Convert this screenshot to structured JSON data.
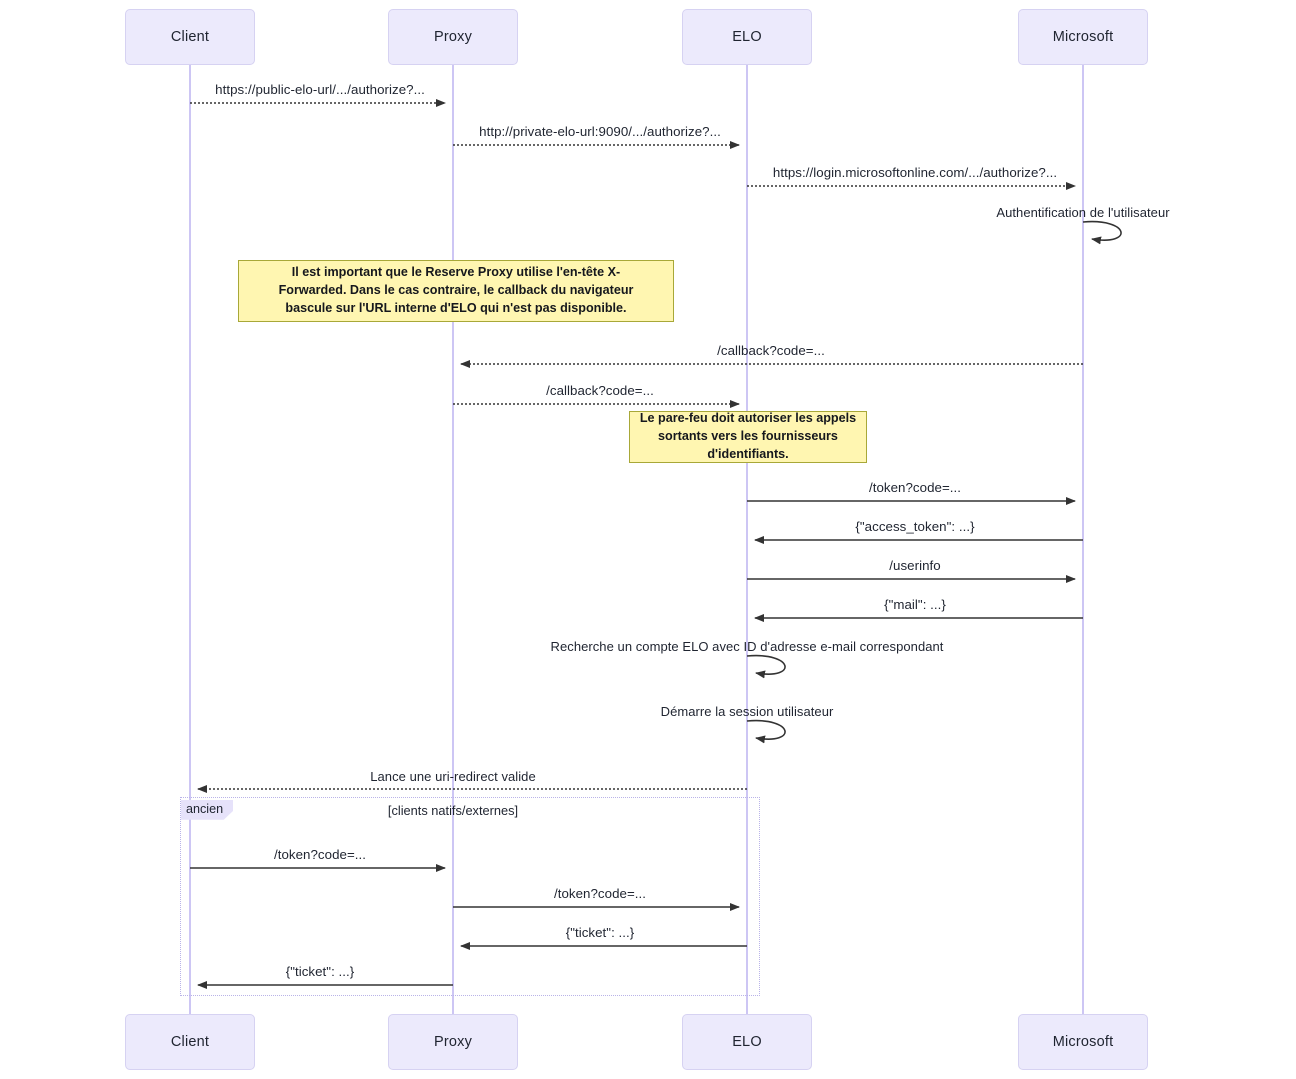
{
  "diagram": {
    "type": "sequence-diagram",
    "title": "",
    "colors": {
      "actor_fill": "#ECEAFC",
      "actor_border": "#d6d2f2",
      "lifeline": "#cdc6f4",
      "note_fill": "#FFF6B1",
      "note_border": "#A8A838",
      "arrow": "#333333",
      "fragment_border": "#b9b3e8",
      "fragment_tag_fill": "#E6E2FA",
      "text": "#1f2430"
    }
  },
  "participants": [
    {
      "id": "client",
      "label": "Client"
    },
    {
      "id": "proxy",
      "label": "Proxy"
    },
    {
      "id": "elo",
      "label": "ELO"
    },
    {
      "id": "microsoft",
      "label": "Microsoft"
    }
  ],
  "participants_bottom": [
    {
      "id": "client",
      "label": "Client"
    },
    {
      "id": "proxy",
      "label": "Proxy"
    },
    {
      "id": "elo",
      "label": "ELO"
    },
    {
      "id": "microsoft",
      "label": "Microsoft"
    }
  ],
  "messages": [
    {
      "id": "m1",
      "from": "client",
      "to": "proxy",
      "label": "https://public-elo-url/.../authorize?...",
      "style": "dotted",
      "direction": "right"
    },
    {
      "id": "m2",
      "from": "proxy",
      "to": "elo",
      "label": "http://private-elo-url:9090/.../authorize?...",
      "style": "dotted",
      "direction": "right"
    },
    {
      "id": "m3",
      "from": "elo",
      "to": "microsoft",
      "label": "https://login.microsoftonline.com/.../authorize?...",
      "style": "dotted",
      "direction": "right"
    },
    {
      "id": "m4",
      "from": "microsoft",
      "to": "microsoft",
      "label": "Authentification de l'utilisateur",
      "style": "solid",
      "direction": "self"
    },
    {
      "id": "m5",
      "from": "microsoft",
      "to": "proxy",
      "label": "/callback?code=...",
      "style": "dotted",
      "direction": "left"
    },
    {
      "id": "m6",
      "from": "proxy",
      "to": "elo",
      "label": "/callback?code=...",
      "style": "dotted",
      "direction": "right"
    },
    {
      "id": "m7",
      "from": "elo",
      "to": "microsoft",
      "label": "/token?code=...",
      "style": "solid",
      "direction": "right"
    },
    {
      "id": "m8",
      "from": "microsoft",
      "to": "elo",
      "label": "{\"access_token\": ...}",
      "style": "solid",
      "direction": "left"
    },
    {
      "id": "m9",
      "from": "elo",
      "to": "microsoft",
      "label": "/userinfo",
      "style": "solid",
      "direction": "right"
    },
    {
      "id": "m10",
      "from": "microsoft",
      "to": "elo",
      "label": "{\"mail\": ...}",
      "style": "solid",
      "direction": "left"
    },
    {
      "id": "m11",
      "from": "elo",
      "to": "elo",
      "label": "Recherche un compte ELO avec ID d'adresse e-mail correspondant",
      "style": "solid",
      "direction": "self"
    },
    {
      "id": "m12",
      "from": "elo",
      "to": "elo",
      "label": "Démarre la session utilisateur",
      "style": "solid",
      "direction": "self"
    },
    {
      "id": "m13",
      "from": "elo",
      "to": "client",
      "label": "Lance une uri-redirect valide",
      "style": "dotted",
      "direction": "left"
    },
    {
      "id": "m14",
      "from": "client",
      "to": "proxy",
      "label": "/token?code=...",
      "style": "solid",
      "direction": "right"
    },
    {
      "id": "m15",
      "from": "proxy",
      "to": "elo",
      "label": "/token?code=...",
      "style": "solid",
      "direction": "right"
    },
    {
      "id": "m16",
      "from": "elo",
      "to": "proxy",
      "label": "{\"ticket\": ...}",
      "style": "solid",
      "direction": "left"
    },
    {
      "id": "m17",
      "from": "proxy",
      "to": "client",
      "label": "{\"ticket\": ...}",
      "style": "solid",
      "direction": "left"
    }
  ],
  "notes": [
    {
      "id": "note1",
      "lines": [
        "Il est important que le Reserve Proxy utilise l'en-tête X-",
        "Forwarded. Dans le cas contraire, le callback du navigateur",
        "bascule sur l'URL interne d'ELO qui n'est pas disponible."
      ]
    },
    {
      "id": "note2",
      "lines": [
        "Le pare-feu doit autoriser les appels",
        "sortants vers les fournisseurs",
        "d'identifiants."
      ]
    }
  ],
  "fragment": {
    "id": "frag-opt",
    "tag": "ancien",
    "condition": "[clients natifs/externes]"
  }
}
